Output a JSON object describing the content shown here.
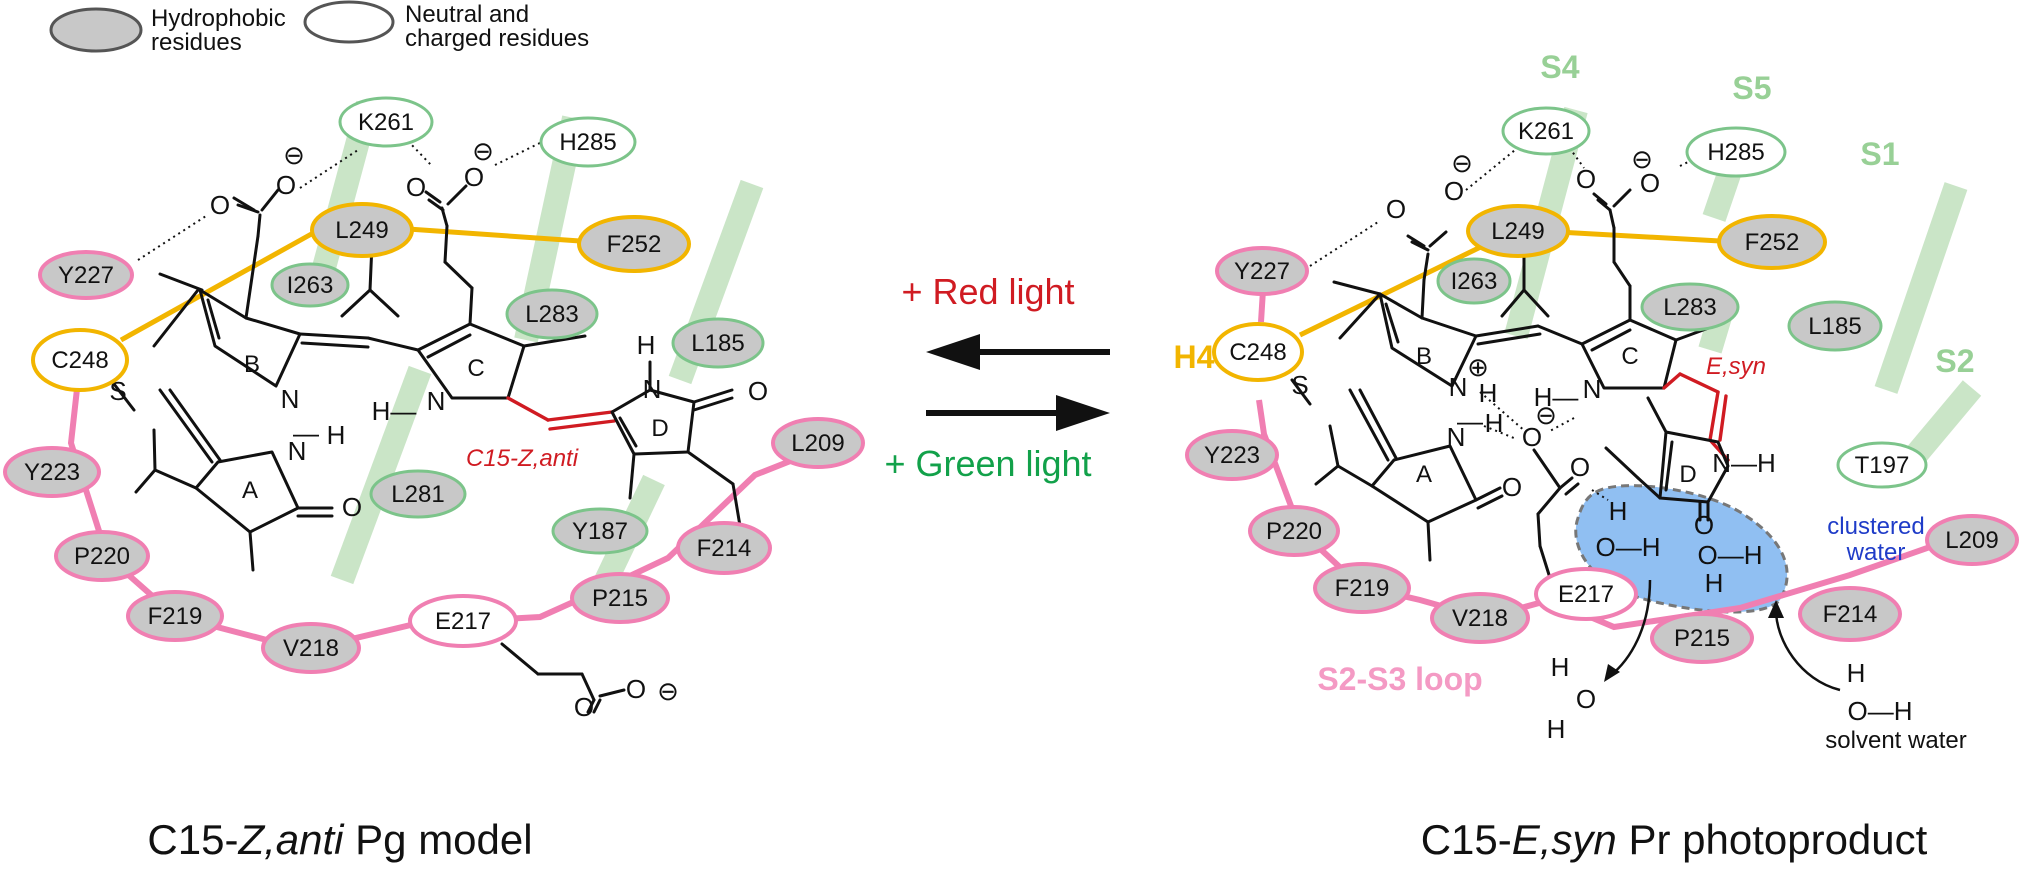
{
  "legend": {
    "hydrophobic": "Hydrophobic residues",
    "neutral": "Neutral and charged residues"
  },
  "arrows": {
    "red_light": "+ Red light",
    "green_light": "+ Green light"
  },
  "colors": {
    "loop_pink": "#f07fb2",
    "yellow": "#f2b500",
    "helix_green": "#b8dcb4",
    "hydrophobic_fill": "#c8c8c8",
    "red": "#d01b22",
    "green_text": "#12a14a",
    "water_blue": "#90bff2",
    "water_text": "#1f3cc8"
  },
  "left": {
    "caption_prefix": "C15-",
    "caption_italic": "Z,anti",
    "caption_suffix": " Pg model",
    "config_label": "C15-Z,anti",
    "residues": {
      "K261": "K261",
      "H285": "H285",
      "L249": "L249",
      "F252": "F252",
      "Y227": "Y227",
      "I263": "I263",
      "L283": "L283",
      "C248": "C248",
      "L185": "L185",
      "Y223": "Y223",
      "L281": "L281",
      "Y187": "Y187",
      "L209": "L209",
      "P220": "P220",
      "F214": "F214",
      "F219": "F219",
      "P215": "P215",
      "V218": "V218",
      "E217": "E217"
    }
  },
  "right": {
    "caption_prefix": "C15-",
    "caption_italic": "E,syn",
    "caption_suffix": " Pr photoproduct",
    "config_label": "E,syn",
    "helices": {
      "S4": "S4",
      "S5": "S5",
      "S1": "S1",
      "S2": "S2",
      "H4": "H4"
    },
    "loop_label": "S2-S3 loop",
    "clustered_water": "clustered water",
    "solvent_water": "solvent water",
    "residues": {
      "K261": "K261",
      "H285": "H285",
      "L249": "L249",
      "F252": "F252",
      "Y227": "Y227",
      "I263": "I263",
      "L283": "L283",
      "C248": "C248",
      "L185": "L185",
      "T197": "T197",
      "Y223": "Y223",
      "P220": "P220",
      "F219": "F219",
      "V218": "V218",
      "E217": "E217",
      "P215": "P215",
      "F214": "F214",
      "L209": "L209"
    }
  }
}
